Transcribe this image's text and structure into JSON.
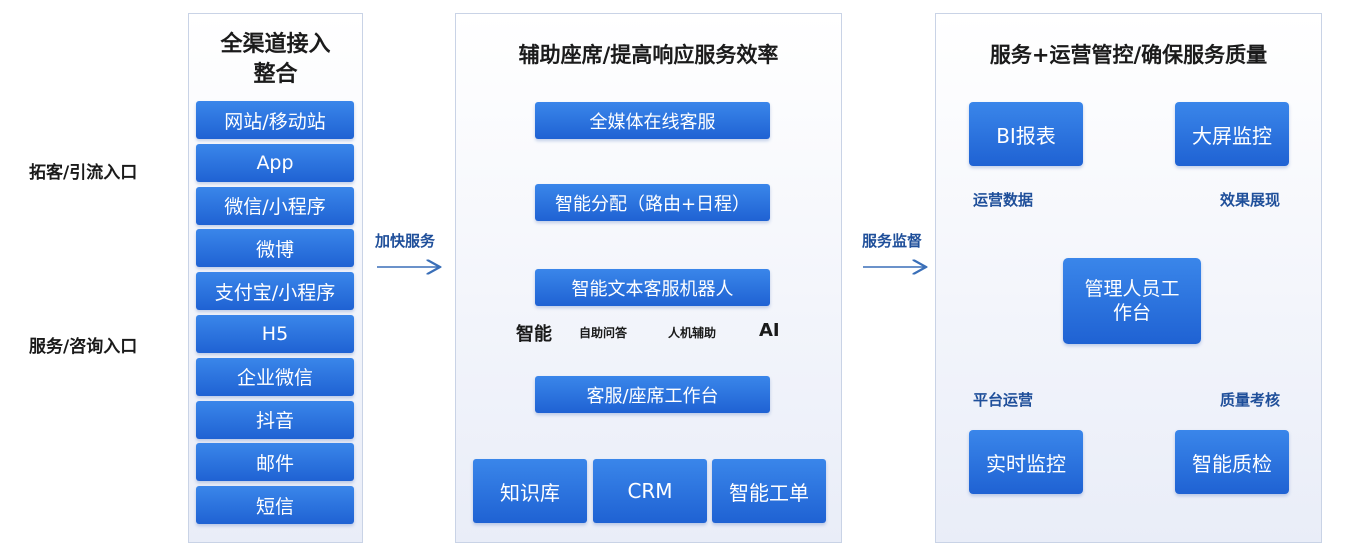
{
  "left_labels": {
    "top": "拓客/引流入口",
    "bottom": "服务/咨询入口"
  },
  "panel1": {
    "title": "全渠道接入\n整合",
    "channels": [
      "网站/移动站",
      "App",
      "微信/小程序",
      "微博",
      "支付宝/小程序",
      "H5",
      "企业微信",
      "抖音",
      "邮件",
      "短信"
    ]
  },
  "arrow1_label": "加快服务",
  "panel2": {
    "title": "辅助座席/提高响应服务效率",
    "steps": [
      "全媒体在线客服",
      "智能分配（路由+日程）",
      "智能文本客服机器人",
      "客服/座席工作台"
    ],
    "ai_labels": {
      "left": "智能",
      "mid_left": "自助问答",
      "mid_right": "人机辅助",
      "right": "AI"
    },
    "bottom": [
      "知识库",
      "CRM",
      "智能工单"
    ]
  },
  "arrow2_label": "服务监督",
  "panel3": {
    "title": "服务+运营管控/确保服务质量",
    "corners": {
      "tl": "BI报表",
      "tr": "大屏监控",
      "bl": "实时监控",
      "br": "智能质检"
    },
    "center": "管理人员工\n作台",
    "edge_labels": {
      "tl": "运营数据",
      "tr": "效果展现",
      "bl": "平台运营",
      "br": "质量考核"
    }
  },
  "colors": {
    "button_top": "#3a86ea",
    "button_bottom": "#1f62d3",
    "label_blue": "#1f4f9a",
    "panel_border": "#c9d3e6"
  }
}
